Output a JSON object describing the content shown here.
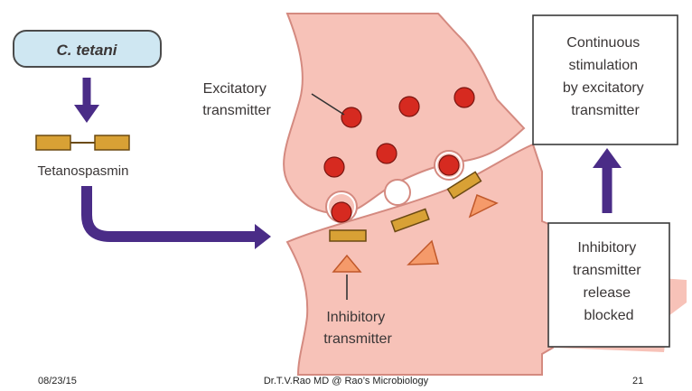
{
  "source_box": {
    "label": "C. tetani"
  },
  "toxin": {
    "label": "Tetanospasmin"
  },
  "labels": {
    "excitatory": [
      "Excitatory",
      "transmitter"
    ],
    "inhibitory": [
      "Inhibitory",
      "transmitter"
    ],
    "blocked": [
      "Inhibitory",
      "transmitter",
      "release",
      "blocked"
    ],
    "result": [
      "Continuous",
      "stimulation",
      "by excitatory",
      "transmitter"
    ]
  },
  "colors": {
    "neuron_fill": "#f7c2b8",
    "vesicle_red": "#d62a20",
    "receptor_fill": "#d8a135",
    "arrow_purple": "#4a2c87",
    "pale_blue": "#cfe7f2",
    "triangle_fill": "#f59a6a"
  },
  "footer": {
    "date": "08/23/15",
    "credit": "Dr.T.V.Rao MD @ Rao’s Microbiology",
    "page": "21"
  }
}
